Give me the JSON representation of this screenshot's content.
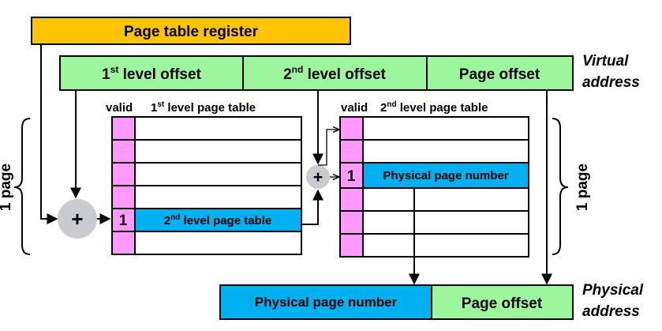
{
  "page_table_register": "Page table register",
  "virtual_address": {
    "fields": [
      {
        "label": "level offset",
        "ordinal": "1",
        "suffix": "st"
      },
      {
        "label": "level offset",
        "ordinal": "2",
        "suffix": "nd"
      },
      {
        "label": "Page offset"
      }
    ],
    "caption_line1": "Virtual",
    "caption_line2": "address"
  },
  "first_table": {
    "valid_header": "valid",
    "title_ordinal": "1",
    "title_suffix": "st",
    "title_rest": "level page table",
    "entry_valid": "1",
    "entry_ordinal": "2",
    "entry_suffix": "nd",
    "entry_rest": "level page table"
  },
  "second_table": {
    "valid_header": "valid",
    "title_ordinal": "2",
    "title_suffix": "nd",
    "title_rest": "level page table",
    "entry_valid": "1",
    "entry_text": "Physical page number"
  },
  "physical_address": {
    "ppn": "Physical page number",
    "offset": "Page offset",
    "caption_line1": "Physical",
    "caption_line2": "address"
  },
  "adder_symbol": "+",
  "page_label": "1 page"
}
